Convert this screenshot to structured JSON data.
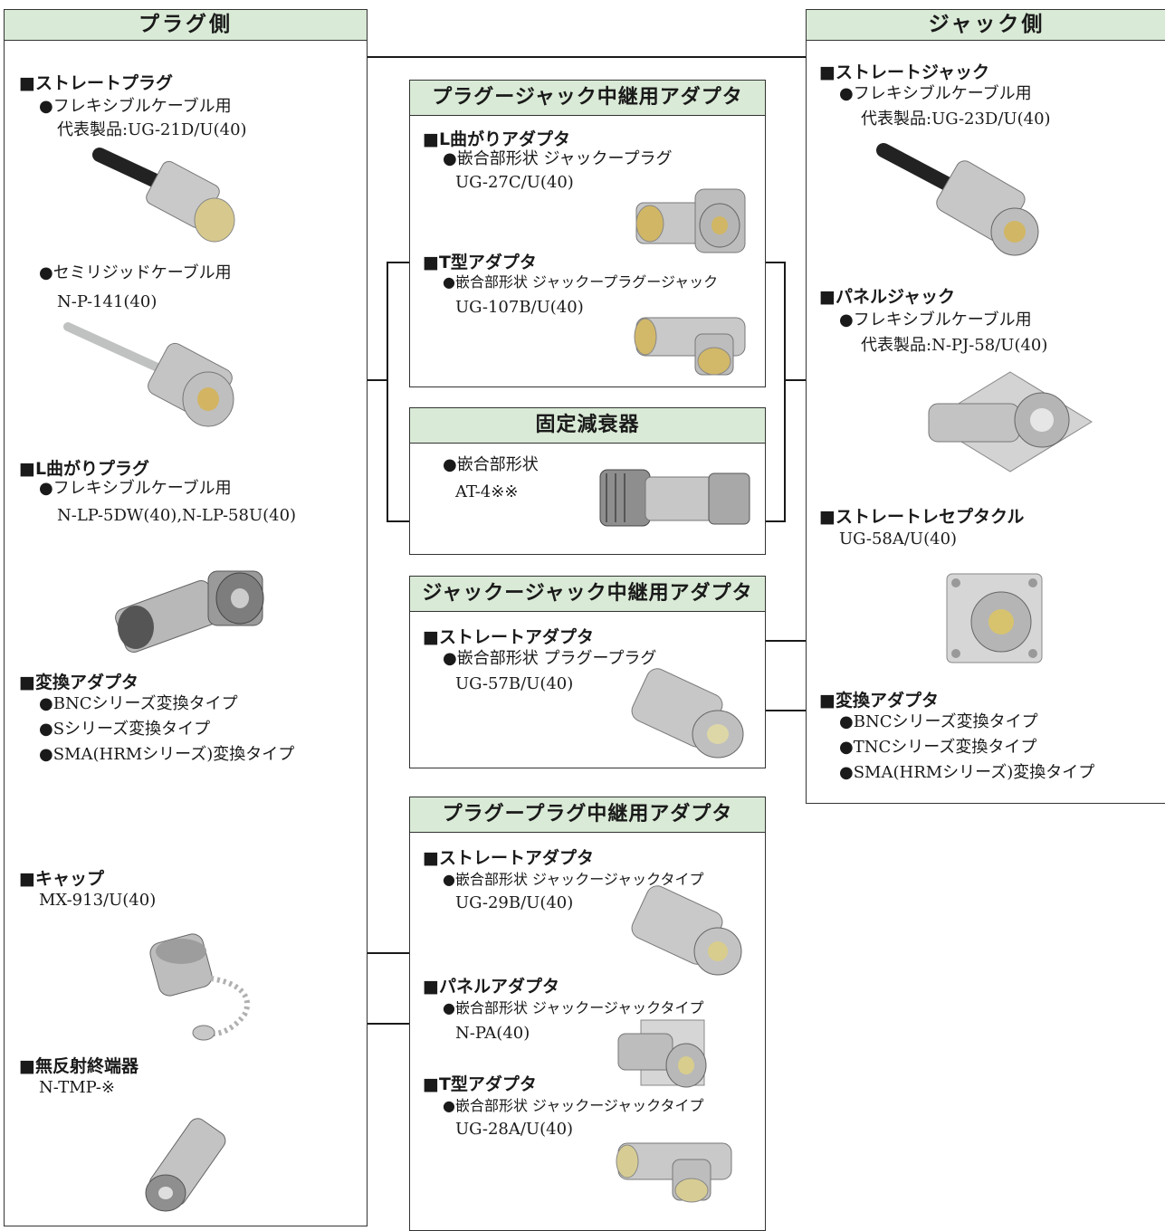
{
  "plug_side": {
    "header": "プラグ側",
    "straight_plug": {
      "title": "ストレートプラグ",
      "flex_label": "フレキシブルケーブル用",
      "flex_model": "代表製品:UG-21D/U(40)",
      "semi_label": "セミリジッドケーブル用",
      "semi_model": "N-P-141(40)"
    },
    "l_plug": {
      "title": "L曲がりプラグ",
      "label": "フレキシブルケーブル用",
      "model": "N-LP-5DW(40),N-LP-58U(40)"
    },
    "conversion": {
      "title": "変換アダプタ",
      "items": [
        "BNCシリーズ変換タイプ",
        "Sシリーズ変換タイプ",
        "SMA(HRMシリーズ)変換タイプ"
      ]
    },
    "cap": {
      "title": "キャップ",
      "model": "MX-913/U(40)"
    },
    "terminator": {
      "title": "無反射終端器",
      "model": "N-TMP-※"
    }
  },
  "plug_jack_adapter": {
    "header": "プラグージャック中継用アダプタ",
    "l_adapter": {
      "title": "L曲がりアダプタ",
      "shape": "嵌合部形状 ジャックープラグ",
      "model": "UG-27C/U(40)"
    },
    "t_adapter": {
      "title": "T型アダプタ",
      "shape": "嵌合部形状 ジャックープラグージャック",
      "model": "UG-107B/U(40)"
    }
  },
  "attenuator": {
    "header": "固定減衰器",
    "shape": "嵌合部形状",
    "model": "AT-4※※"
  },
  "jack_jack_adapter": {
    "header": "ジャックージャック中継用アダプタ",
    "straight": {
      "title": "ストレートアダプタ",
      "shape": "嵌合部形状 プラグープラグ",
      "model": "UG-57B/U(40)"
    }
  },
  "plug_plug_adapter": {
    "header": "プラグープラグ中継用アダプタ",
    "straight": {
      "title": "ストレートアダプタ",
      "shape": "嵌合部形状 ジャックージャックタイプ",
      "model": "UG-29B/U(40)"
    },
    "panel": {
      "title": "パネルアダプタ",
      "shape": "嵌合部形状 ジャックージャックタイプ",
      "model": "N-PA(40)"
    },
    "t_adapter": {
      "title": "T型アダプタ",
      "shape": "嵌合部形状 ジャックージャックタイプ",
      "model": "UG-28A/U(40)"
    }
  },
  "jack_side": {
    "header": "ジャック側",
    "straight_jack": {
      "title": "ストレートジャック",
      "label": "フレキシブルケーブル用",
      "model": "代表製品:UG-23D/U(40)"
    },
    "panel_jack": {
      "title": "パネルジャック",
      "label": "フレキシブルケーブル用",
      "model": "代表製品:N-PJ-58/U(40)"
    },
    "receptacle": {
      "title": "ストレートレセプタクル",
      "model": "UG-58A/U(40)"
    },
    "conversion": {
      "title": "変換アダプタ",
      "items": [
        "BNCシリーズ変換タイプ",
        "TNCシリーズ変換タイプ",
        "SMA(HRMシリーズ)変換タイプ"
      ]
    }
  },
  "colors": {
    "header_fill": "#d9ead6",
    "line": "#1a1a1a"
  }
}
